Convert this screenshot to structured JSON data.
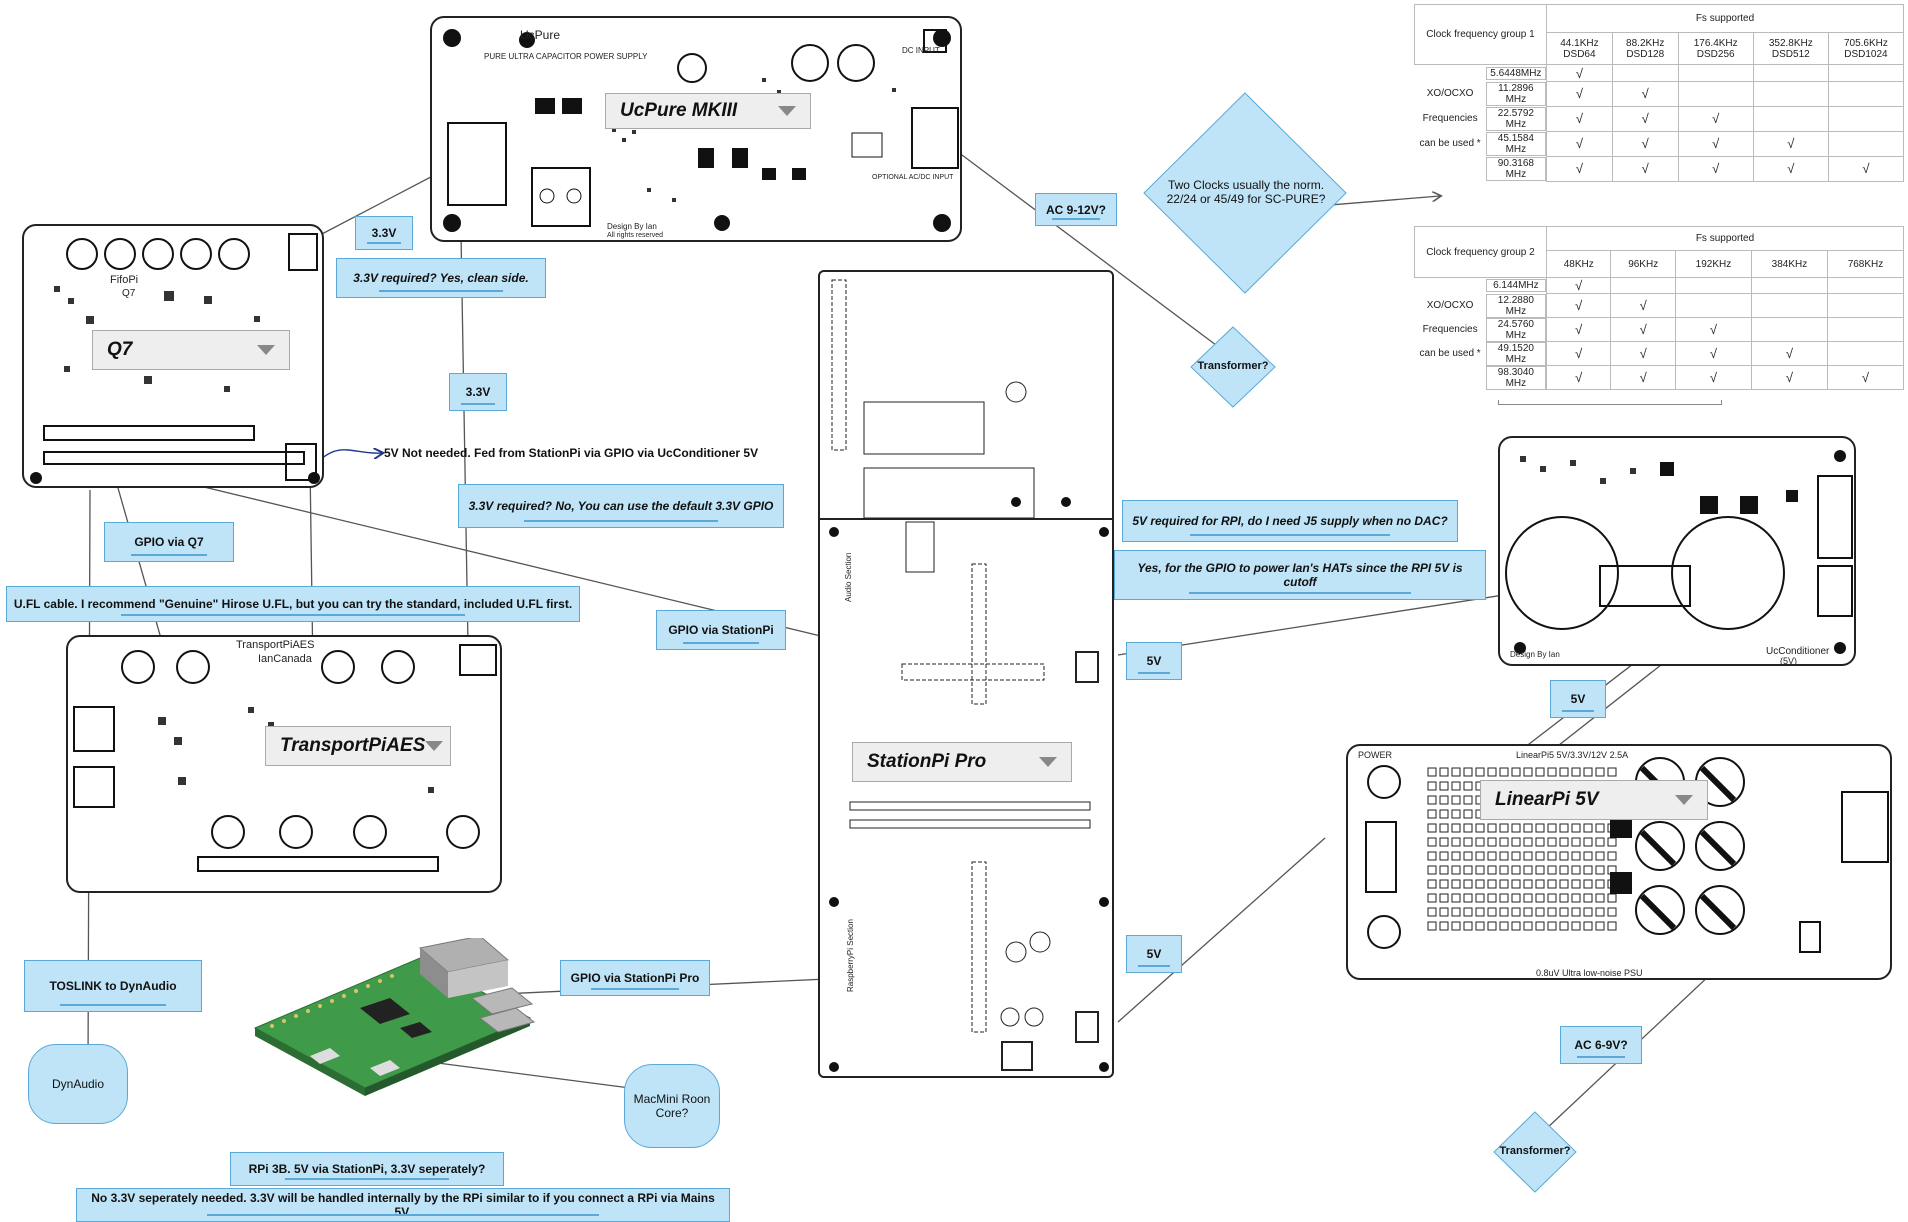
{
  "boards": {
    "ucpure": {
      "selector": "UcPure MKIII",
      "silkscreen": "UcPure",
      "subtitle": "PURE ULTRA CAPACITOR POWER SUPPLY",
      "credit": "Design By Ian",
      "rights": "All rights reserved",
      "dc_input": "DC INPUT",
      "ac_dc_input": "OPTIONAL AC/DC INPUT"
    },
    "q7": {
      "selector": "Q7",
      "silkscreen": "FifoPi",
      "model": "Q7"
    },
    "transport": {
      "selector": "TransportPiAES",
      "silkscreen": "TransportPiAES",
      "brand": "IanCanada"
    },
    "stationpi": {
      "selector": "StationPi Pro",
      "section_audio": "Audio Section",
      "section_rpi": "RaspberryPi Section"
    },
    "ucconditioner": {
      "silkscreen": "UcConditioner",
      "sub": "(5V)",
      "credit": "Design By Ian"
    },
    "linearpi": {
      "selector": "LinearPi 5V",
      "silkscreen": "LinearPi5 5V/3.3V/12V 2.5A",
      "footer": "0.8uV Ultra low-noise PSU",
      "power": "POWER"
    }
  },
  "notes": {
    "n_33v_top": "3.3V",
    "n_33v_req_yes": "3.3V required? Yes, clean side.",
    "n_ac_912": "AC 9-12V?",
    "n_33v_mid": "3.3V",
    "n_5v_not_needed": "5V Not needed.  Fed from StationPi via GPIO via UcConditioner 5V",
    "n_33v_req_no": "3.3V required? No, You can use the default 3.3V GPIO",
    "n_5v_rpi": "5V required for RPI, do I need J5 supply when no DAC?",
    "n_yes_gpio": "Yes, for the GPIO to power Ian's HATs since the RPI 5V is cutoff",
    "n_gpio_q7": "GPIO via Q7",
    "n_ufl": "U.FL cable. I recommend \"Genuine\" Hirose U.FL, but you can try the standard, included U.FL first.",
    "n_gpio_station": "GPIO via StationPi",
    "n_5v_a": "5V",
    "n_5v_b": "5V",
    "n_5v_c": "5V",
    "n_toslink": "TOSLINK to DynAudio",
    "n_gpio_station_pro": "GPIO via StationPi Pro",
    "n_ac_69": "AC 6-9V?",
    "n_rpi3b": "RPi 3B. 5V via StationPi, 3.3V seperately?",
    "n_no_33v": "No 3.3V seperately needed. 3.3V will be handled internally by the RPi similar to if you connect a RPi via Mains 5V."
  },
  "shapes": {
    "two_clocks": "Two Clocks usually the norm. 22/24 or 45/49 for SC-PURE?",
    "transformer_1": "Transformer?",
    "transformer_2": "Transformer?",
    "dynaudio": "DynAudio",
    "macmini": "MacMini Roon Core?"
  },
  "table1": {
    "group": "Clock frequency group 1",
    "fs_supported": "Fs supported",
    "columns": [
      {
        "rate": "44.1KHz",
        "dsd": "DSD64"
      },
      {
        "rate": "88.2KHz",
        "dsd": "DSD128"
      },
      {
        "rate": "176.4KHz",
        "dsd": "DSD256"
      },
      {
        "rate": "352.8KHz",
        "dsd": "DSD512"
      },
      {
        "rate": "705.6KHz",
        "dsd": "DSD1024"
      }
    ],
    "side_labels": [
      "",
      "XO/OCXO",
      "Frequencies",
      "can be used *",
      ""
    ],
    "rows": [
      {
        "freq": "5.6448MHz",
        "checks": [
          "√",
          "",
          "",
          "",
          ""
        ]
      },
      {
        "freq": "11.2896 MHz",
        "checks": [
          "√",
          "√",
          "",
          "",
          ""
        ]
      },
      {
        "freq": "22.5792 MHz",
        "checks": [
          "√",
          "√",
          "√",
          "",
          ""
        ]
      },
      {
        "freq": "45.1584 MHz",
        "checks": [
          "√",
          "√",
          "√",
          "√",
          ""
        ]
      },
      {
        "freq": "90.3168 MHz",
        "checks": [
          "√",
          "√",
          "√",
          "√",
          "√"
        ]
      }
    ]
  },
  "table2": {
    "group": "Clock frequency group 2",
    "fs_supported": "Fs supported",
    "columns": [
      {
        "rate": "48KHz",
        "dsd": ""
      },
      {
        "rate": "96KHz",
        "dsd": ""
      },
      {
        "rate": "192KHz",
        "dsd": ""
      },
      {
        "rate": "384KHz",
        "dsd": ""
      },
      {
        "rate": "768KHz",
        "dsd": ""
      }
    ],
    "side_labels": [
      "",
      "XO/OCXO",
      "Frequencies",
      "can be used *",
      ""
    ],
    "rows": [
      {
        "freq": "6.144MHz",
        "checks": [
          "√",
          "",
          "",
          "",
          ""
        ]
      },
      {
        "freq": "12.2880 MHz",
        "checks": [
          "√",
          "√",
          "",
          "",
          ""
        ]
      },
      {
        "freq": "24.5760 MHz",
        "checks": [
          "√",
          "√",
          "√",
          "",
          ""
        ]
      },
      {
        "freq": "49.1520 MHz",
        "checks": [
          "√",
          "√",
          "√",
          "√",
          ""
        ]
      },
      {
        "freq": "98.3040 MHz",
        "checks": [
          "√",
          "√",
          "√",
          "√",
          "√"
        ]
      }
    ]
  },
  "colors": {
    "note_fill": "#bfe4f7",
    "note_border": "#5aa9d8",
    "wire": "#555555",
    "pcb_green": "#3f9a4a"
  }
}
